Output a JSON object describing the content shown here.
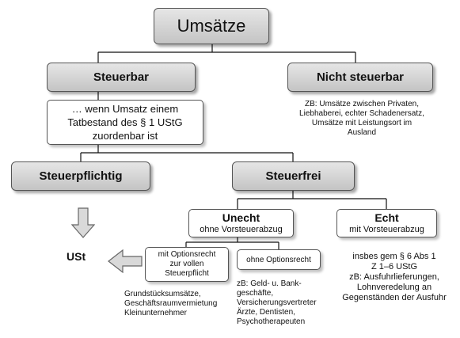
{
  "nodes": {
    "umsaetze": "Umsätze",
    "steuerbar": "Steuerbar",
    "nicht_steuerbar": "Nicht steuerbar",
    "condition": [
      "… wenn Umsatz einem",
      "Tatbestand des § 1 UStG",
      "zuordenbar ist"
    ],
    "nicht_steuerbar_note": [
      "ZB: Umsätze zwischen Privaten,",
      "Liebhaberei, echter Schadenersatz,",
      "Umsätze mit Leistungsort im",
      "Ausland"
    ],
    "steuerpflichtig": "Steuerpflichtig",
    "steuerfrei": "Steuerfrei",
    "ust": "USt",
    "unecht_title": "Unecht",
    "unecht_sub": "ohne Vorsteuerabzug",
    "echt_title": "Echt",
    "echt_sub": "mit Vorsteuerabzug",
    "mit_option": [
      "mit Optionsrecht",
      "zur vollen",
      "Steuerpflicht"
    ],
    "ohne_option": "ohne Optionsrecht",
    "mit_option_note": [
      "Grundstücksumsätze,",
      "Geschäftsraumvermietung",
      "Kleinunternehmer"
    ],
    "ohne_option_note": [
      "zB: Geld- u. Bank-",
      "geschäfte,",
      "Versicherungsvertreter",
      "Ärzte, Dentisten,",
      "Psychotherapeuten"
    ],
    "echt_note": [
      "insbes gem § 6 Abs 1",
      "Z 1–6 UStG",
      "zB: Ausfuhrlieferungen,",
      "Lohnveredelung an",
      "Gegenständen der Ausfuhr"
    ]
  }
}
